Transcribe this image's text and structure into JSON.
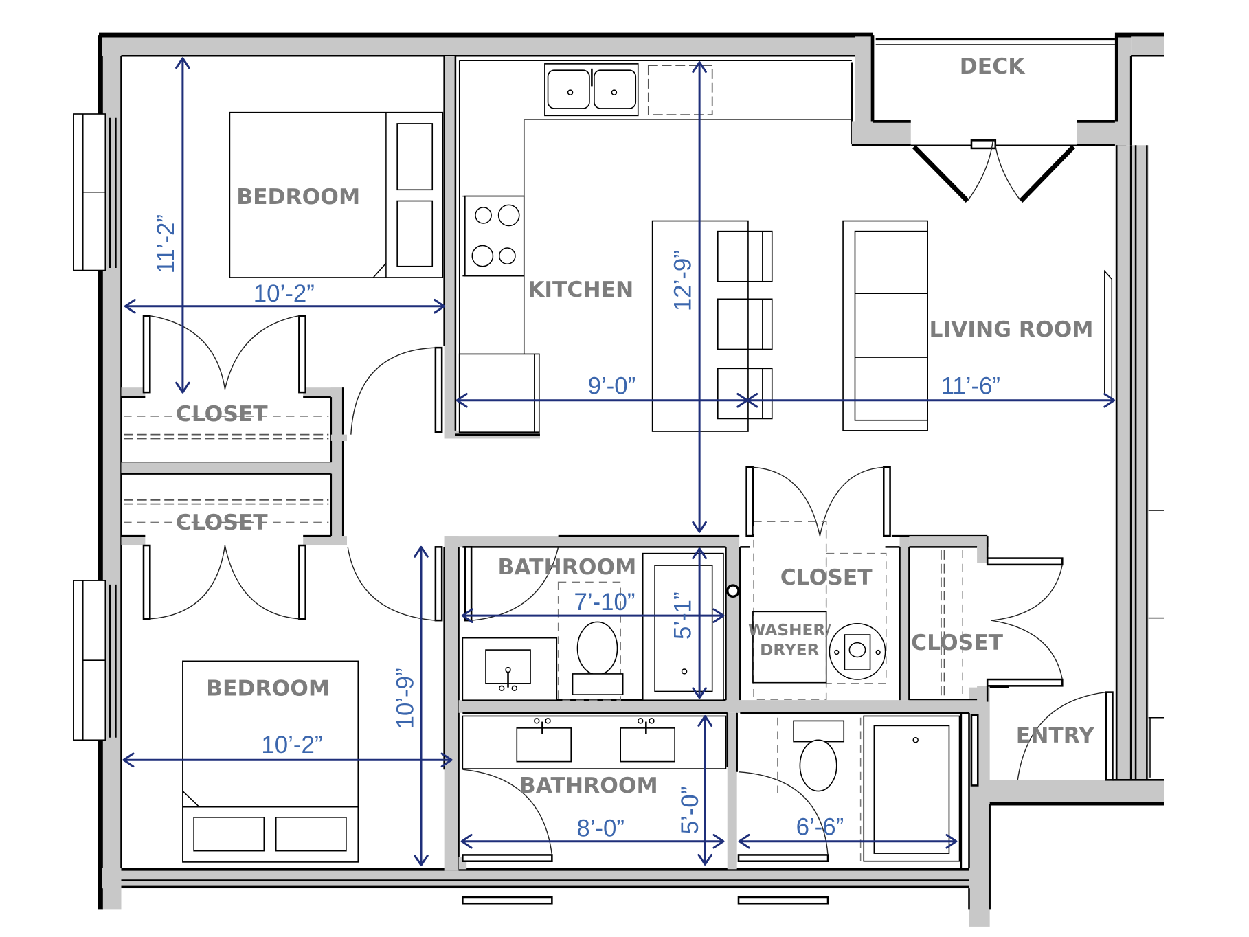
{
  "plan": {
    "title": "Apartment floor plan",
    "colors": {
      "wall_fill": "#c8c8c8",
      "wall_line": "#000000",
      "room_label": "#7d7d7d",
      "dimension_line": "#1f2f7a",
      "dimension_text": "#3b66ad",
      "background": "#ffffff"
    },
    "rooms": {
      "bedroom_top": "BEDROOM",
      "bedroom_bottom": "BEDROOM",
      "closet_top_left": "CLOSET",
      "closet_mid_left": "CLOSET",
      "kitchen": "KITCHEN",
      "living_room": "LIVING ROOM",
      "deck": "DECK",
      "bathroom_middle": "BATHROOM",
      "bathroom_lower": "BATHROOM",
      "closet_laundry": "CLOSET",
      "washer_dryer_line1": "WASHER/",
      "washer_dryer_line2": "DRYER",
      "closet_entry": "CLOSET",
      "entry": "ENTRY"
    },
    "dimensions": {
      "bedroom_top_height": "11’-2”",
      "bedroom_top_width": "10’-2”",
      "kitchen_living_height": "12’-9”",
      "kitchen_width": "9’-0”",
      "living_room_width": "11’-6”",
      "bathroom_middle_width": "7’-10”",
      "bathroom_middle_height": "5’-1”",
      "bedroom_bottom_height": "10’-9”",
      "bedroom_bottom_width": "10’-2”",
      "bathroom_lower_width": "8’-0”",
      "bathroom_lower_height": "5’-0”",
      "bathroom_right_width": "6’-6”"
    },
    "icons": {
      "fixtures": [
        "double-sink-icon",
        "stove-icon",
        "dishwasher-icon",
        "island-icon",
        "bar-stool-icon",
        "sofa-icon",
        "bed-icon",
        "nightstand-icon",
        "toilet-icon",
        "bathtub-icon",
        "vanity-sink-icon",
        "water-heater-icon",
        "bifold-door-icon",
        "swing-door-icon",
        "window-icon"
      ]
    }
  }
}
